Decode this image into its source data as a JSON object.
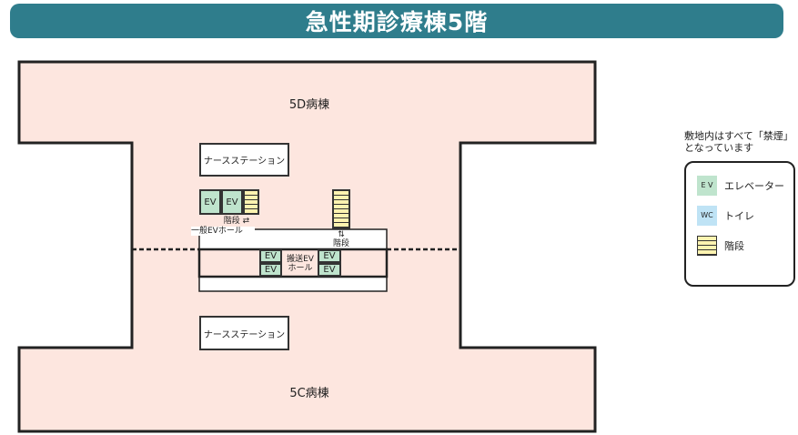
{
  "title": "急性期診療棟5階",
  "rooms": {
    "ward_north": "5D病棟",
    "ward_south": "5C病棟",
    "nurse_station_north": "ナースステーション",
    "nurse_station_south": "ナースステーション"
  },
  "elevators": {
    "ev_label": "EV",
    "general_hall": "一般EVホール",
    "transport_hall_line1": "搬送EV",
    "transport_hall_line2": "ホール",
    "stairs_label": "階段",
    "stairs_arrow_left": "階段 ⇄",
    "stairs_arrow_center": "⇅"
  },
  "notice": {
    "line1": "敷地内はすべて「禁煙」",
    "line2": "となっています"
  },
  "legend": [
    {
      "icon": "elevator-icon",
      "icon_text": "E V",
      "label": "エレベーター"
    },
    {
      "icon": "toilet-icon",
      "icon_text": "WC",
      "label": "トイレ"
    },
    {
      "icon": "stairs-icon",
      "icon_text": "",
      "label": "階段"
    }
  ],
  "colors": {
    "title_bg": "#2f7d8c",
    "ward_fill": "#fde6df",
    "elevator_fill": "#bfe4cd",
    "stairs_fill": "#fdf3b0",
    "toilet_fill": "#bfe3f5"
  }
}
